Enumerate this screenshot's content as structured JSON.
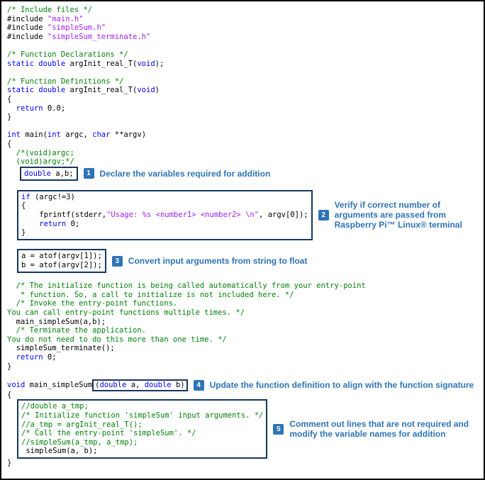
{
  "colors": {
    "annotation_blue": "#2E74B5",
    "box_border_navy": "#17365D",
    "keyword_blue": "#0000FF",
    "comment_green": "#028009",
    "string_purple": "#A020F0",
    "frame_border": "#000000"
  },
  "callouts": [
    {
      "num": "1",
      "text": "Declare the variables required for addition"
    },
    {
      "num": "2",
      "text": "Verify if correct number of arguments are passed from Raspberry Pi™ Linux® terminal"
    },
    {
      "num": "3",
      "text": "Convert input arguments from string to float"
    },
    {
      "num": "4",
      "text": "Update the function definition to align with the function signature"
    },
    {
      "num": "5",
      "text": "Comment out lines that are not required and modify the variable names for addition"
    }
  ],
  "sections": [
    {
      "lines": [
        [
          {
            "t": "/* Include files */",
            "c": "c"
          }
        ],
        [
          {
            "t": "#include ",
            "c": "p"
          },
          {
            "t": "\"main.h\"",
            "c": "s"
          }
        ],
        [
          {
            "t": "#include ",
            "c": "p"
          },
          {
            "t": "\"simpleSum.h\"",
            "c": "s"
          }
        ],
        [
          {
            "t": "#include ",
            "c": "p"
          },
          {
            "t": "\"simpleSum_terminate.h\"",
            "c": "s"
          }
        ],
        [],
        [
          {
            "t": "/* Function Declarations */",
            "c": "c"
          }
        ],
        [
          {
            "t": "static",
            "c": "k"
          },
          {
            "t": " ",
            "c": "p"
          },
          {
            "t": "double",
            "c": "k"
          },
          {
            "t": " argInit_real_T(",
            "c": "p"
          },
          {
            "t": "void",
            "c": "k"
          },
          {
            "t": ");",
            "c": "p"
          }
        ],
        [],
        [
          {
            "t": "/* Function Definitions */",
            "c": "c"
          }
        ],
        [
          {
            "t": "static",
            "c": "k"
          },
          {
            "t": " ",
            "c": "p"
          },
          {
            "t": "double",
            "c": "k"
          },
          {
            "t": " argInit_real_T(",
            "c": "p"
          },
          {
            "t": "void",
            "c": "k"
          },
          {
            "t": ")",
            "c": "p"
          }
        ],
        [
          {
            "t": "{",
            "c": "p"
          }
        ],
        [
          {
            "t": "  ",
            "c": "p"
          },
          {
            "t": "return",
            "c": "k"
          },
          {
            "t": " 0.0;",
            "c": "p"
          }
        ],
        [
          {
            "t": "}",
            "c": "p"
          }
        ],
        [],
        [
          {
            "t": "int",
            "c": "k"
          },
          {
            "t": " main(",
            "c": "p"
          },
          {
            "t": "int",
            "c": "k"
          },
          {
            "t": " argc, ",
            "c": "p"
          },
          {
            "t": "char",
            "c": "k"
          },
          {
            "t": " **argv)",
            "c": "p"
          }
        ],
        [
          {
            "t": "{",
            "c": "p"
          }
        ],
        [
          {
            "t": "  /*(void)argc;",
            "c": "c"
          }
        ],
        [
          {
            "t": "  (void)argv;*/",
            "c": "c"
          }
        ]
      ]
    },
    {
      "lines": [
        [
          {
            "t": "double",
            "c": "k"
          },
          {
            "t": " a,b;",
            "c": "p"
          }
        ]
      ]
    },
    {
      "lines": [
        []
      ]
    },
    {
      "lines": [
        [
          {
            "t": "if",
            "c": "k"
          },
          {
            "t": " (argc!=3)",
            "c": "p"
          }
        ],
        [
          {
            "t": "{",
            "c": "p"
          }
        ],
        [
          {
            "t": "    fprintf(stderr,",
            "c": "p"
          },
          {
            "t": "\"Usage: %s <number1> <number2> \\n\"",
            "c": "s"
          },
          {
            "t": ", argv[0]);",
            "c": "p"
          }
        ],
        [
          {
            "t": "    ",
            "c": "p"
          },
          {
            "t": "return",
            "c": "k"
          },
          {
            "t": " 0;",
            "c": "p"
          }
        ],
        [
          {
            "t": "}",
            "c": "p"
          }
        ]
      ]
    },
    {
      "lines": [
        []
      ]
    },
    {
      "lines": [
        [
          {
            "t": "a = atof(argv[1]);",
            "c": "p"
          }
        ],
        [
          {
            "t": "b = atof(argv[2]);",
            "c": "p"
          }
        ]
      ]
    },
    {
      "lines": [
        [],
        [
          {
            "t": "  /* The initialize function is being called automatically from your entry-point",
            "c": "c"
          }
        ],
        [
          {
            "t": "   * function. So, a call to initialize is not included here. */",
            "c": "c"
          }
        ],
        [
          {
            "t": "  /* Invoke the entry-point functions.",
            "c": "c"
          }
        ],
        [
          {
            "t": "You can call entry-point functions multiple times. */",
            "c": "c"
          }
        ],
        [
          {
            "t": "  main_simpleSum(a,b);",
            "c": "p"
          }
        ],
        [
          {
            "t": "  /* Terminate the application.",
            "c": "c"
          }
        ],
        [
          {
            "t": "You do not need to do this more than one time. */",
            "c": "c"
          }
        ],
        [
          {
            "t": "  simpleSum_terminate();",
            "c": "p"
          }
        ],
        [
          {
            "t": "  ",
            "c": "p"
          },
          {
            "t": "return",
            "c": "k"
          },
          {
            "t": " 0;",
            "c": "p"
          }
        ],
        [
          {
            "t": "}",
            "c": "p"
          }
        ],
        []
      ]
    },
    {
      "lines": [
        [
          {
            "t": "void",
            "c": "k"
          },
          {
            "t": " main_simpleSum",
            "c": "p"
          },
          {
            "box": [
              {
                "t": "(",
                "c": "p"
              },
              {
                "t": "double",
                "c": "k"
              },
              {
                "t": " a, ",
                "c": "p"
              },
              {
                "t": "double",
                "c": "k"
              },
              {
                "t": " b)",
                "c": "p"
              }
            ]
          }
        ]
      ]
    },
    {
      "lines": [
        [
          {
            "t": "{",
            "c": "p"
          }
        ]
      ]
    },
    {
      "lines": [
        [
          {
            "t": "//double a_tmp;",
            "c": "c"
          }
        ],
        [
          {
            "t": "/* Initialize function 'simpleSum' input arguments. */",
            "c": "c"
          }
        ],
        [
          {
            "t": "//a_tmp = argInit_real_T();",
            "c": "c"
          }
        ],
        [
          {
            "t": "/* Call the entry-point 'simpleSum'. */",
            "c": "c"
          }
        ],
        [
          {
            "t": "//simpleSum(a_tmp, a_tmp);",
            "c": "c"
          }
        ],
        [
          {
            "t": " simpleSum(a, b);",
            "c": "p"
          }
        ]
      ]
    },
    {
      "lines": [
        [
          {
            "t": "}",
            "c": "p"
          }
        ]
      ]
    }
  ]
}
